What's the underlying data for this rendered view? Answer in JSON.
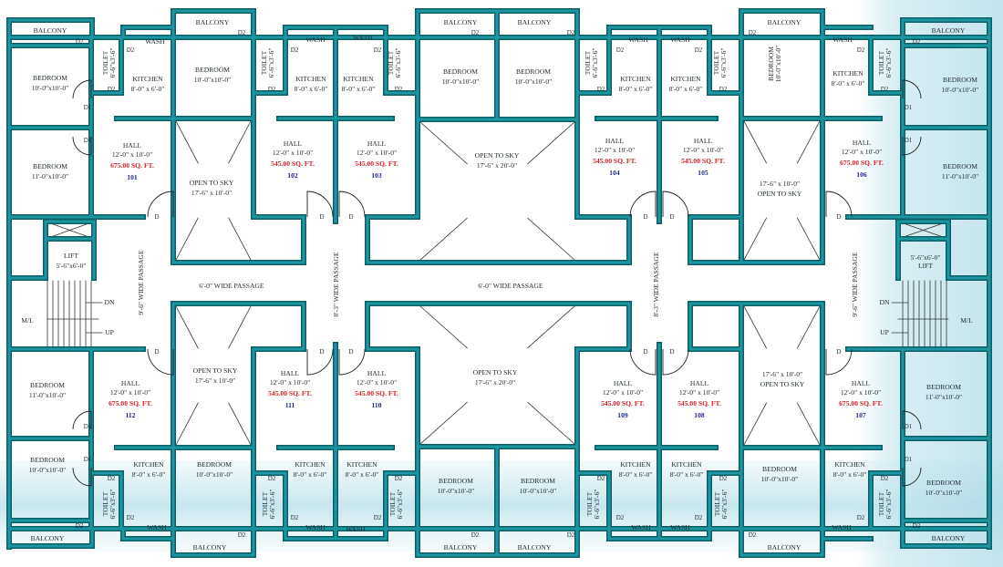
{
  "plan": {
    "colors": {
      "wall": "#1c96a2",
      "wall_edge": "#0b5e66",
      "area": "#d42027",
      "unit_number": "#1f2a86"
    },
    "door_labels": {
      "main": "D",
      "bedroom": "D1",
      "toilet": "D2"
    },
    "rooms": {
      "bedroom": "BEDROOM",
      "kitchen": "KITCHEN",
      "toilet": "TOILET",
      "wash": "WASH",
      "balcony": "BALCONY",
      "open_to_sky": "OPEN TO SKY",
      "lift": "LIFT",
      "ml": "M/L",
      "dn": "DN",
      "up": "UP"
    },
    "sizes": {
      "bed_10x10": "10'-0\"x10'-0\"",
      "bed_11x10": "11'-0\"x10'-0\"",
      "kitchen": "8'-0\" x 6'-0\"",
      "toilet": "6'-6\"x3'-6\"",
      "ots_small": "17'-6\" x 10'-0\"",
      "ots_large": "17'-6\" x 20'-0\"",
      "lift": "5'-6\"x6'-0\""
    },
    "passages": {
      "horizontal": "6'-0\" WIDE PASSAGE",
      "vertical_outer": "9'-6\" WIDE PASSAGE",
      "vertical_inner": "8'-3\" WIDE PASSAGE"
    },
    "units": [
      {
        "number": "101",
        "hall": "HALL",
        "hall_size": "12'-0\" x 10'-0\"",
        "area": "675.00 SQ. FT."
      },
      {
        "number": "102",
        "hall": "HALL",
        "hall_size": "12'-0\" x 10'-0\"",
        "area": "545.00 SQ. FT."
      },
      {
        "number": "103",
        "hall": "HALL",
        "hall_size": "12'-0\" x 10'-0\"",
        "area": "545.00 SQ. FT."
      },
      {
        "number": "104",
        "hall": "HALL",
        "hall_size": "12'-0\" x 10'-0\"",
        "area": "545.00 SQ. FT."
      },
      {
        "number": "105",
        "hall": "HALL",
        "hall_size": "12'-0\" x 10'-0\"",
        "area": "545.00 SQ. FT."
      },
      {
        "number": "106",
        "hall": "HALL",
        "hall_size": "12'-0\" x 10'-0\"",
        "area": "675.00 SQ. FT."
      },
      {
        "number": "112",
        "hall": "HALL",
        "hall_size": "12'-0\" x 10'-0\"",
        "area": "675.00 SQ. FT."
      },
      {
        "number": "111",
        "hall": "HALL",
        "hall_size": "12'-0\" x 10'-0\"",
        "area": "545.00 SQ. FT."
      },
      {
        "number": "110",
        "hall": "HALL",
        "hall_size": "12'-0\" x 10'-0\"",
        "area": "545.00 SQ. FT."
      },
      {
        "number": "109",
        "hall": "HALL",
        "hall_size": "12'-0\" x 10'-0\"",
        "area": "545.00 SQ. FT."
      },
      {
        "number": "108",
        "hall": "HALL",
        "hall_size": "12'-0\" x 10'-0\"",
        "area": "545.00 SQ. FT."
      },
      {
        "number": "107",
        "hall": "HALL",
        "hall_size": "12'-0\" x 10'-0\"",
        "area": "675.00 SQ. FT."
      }
    ]
  }
}
